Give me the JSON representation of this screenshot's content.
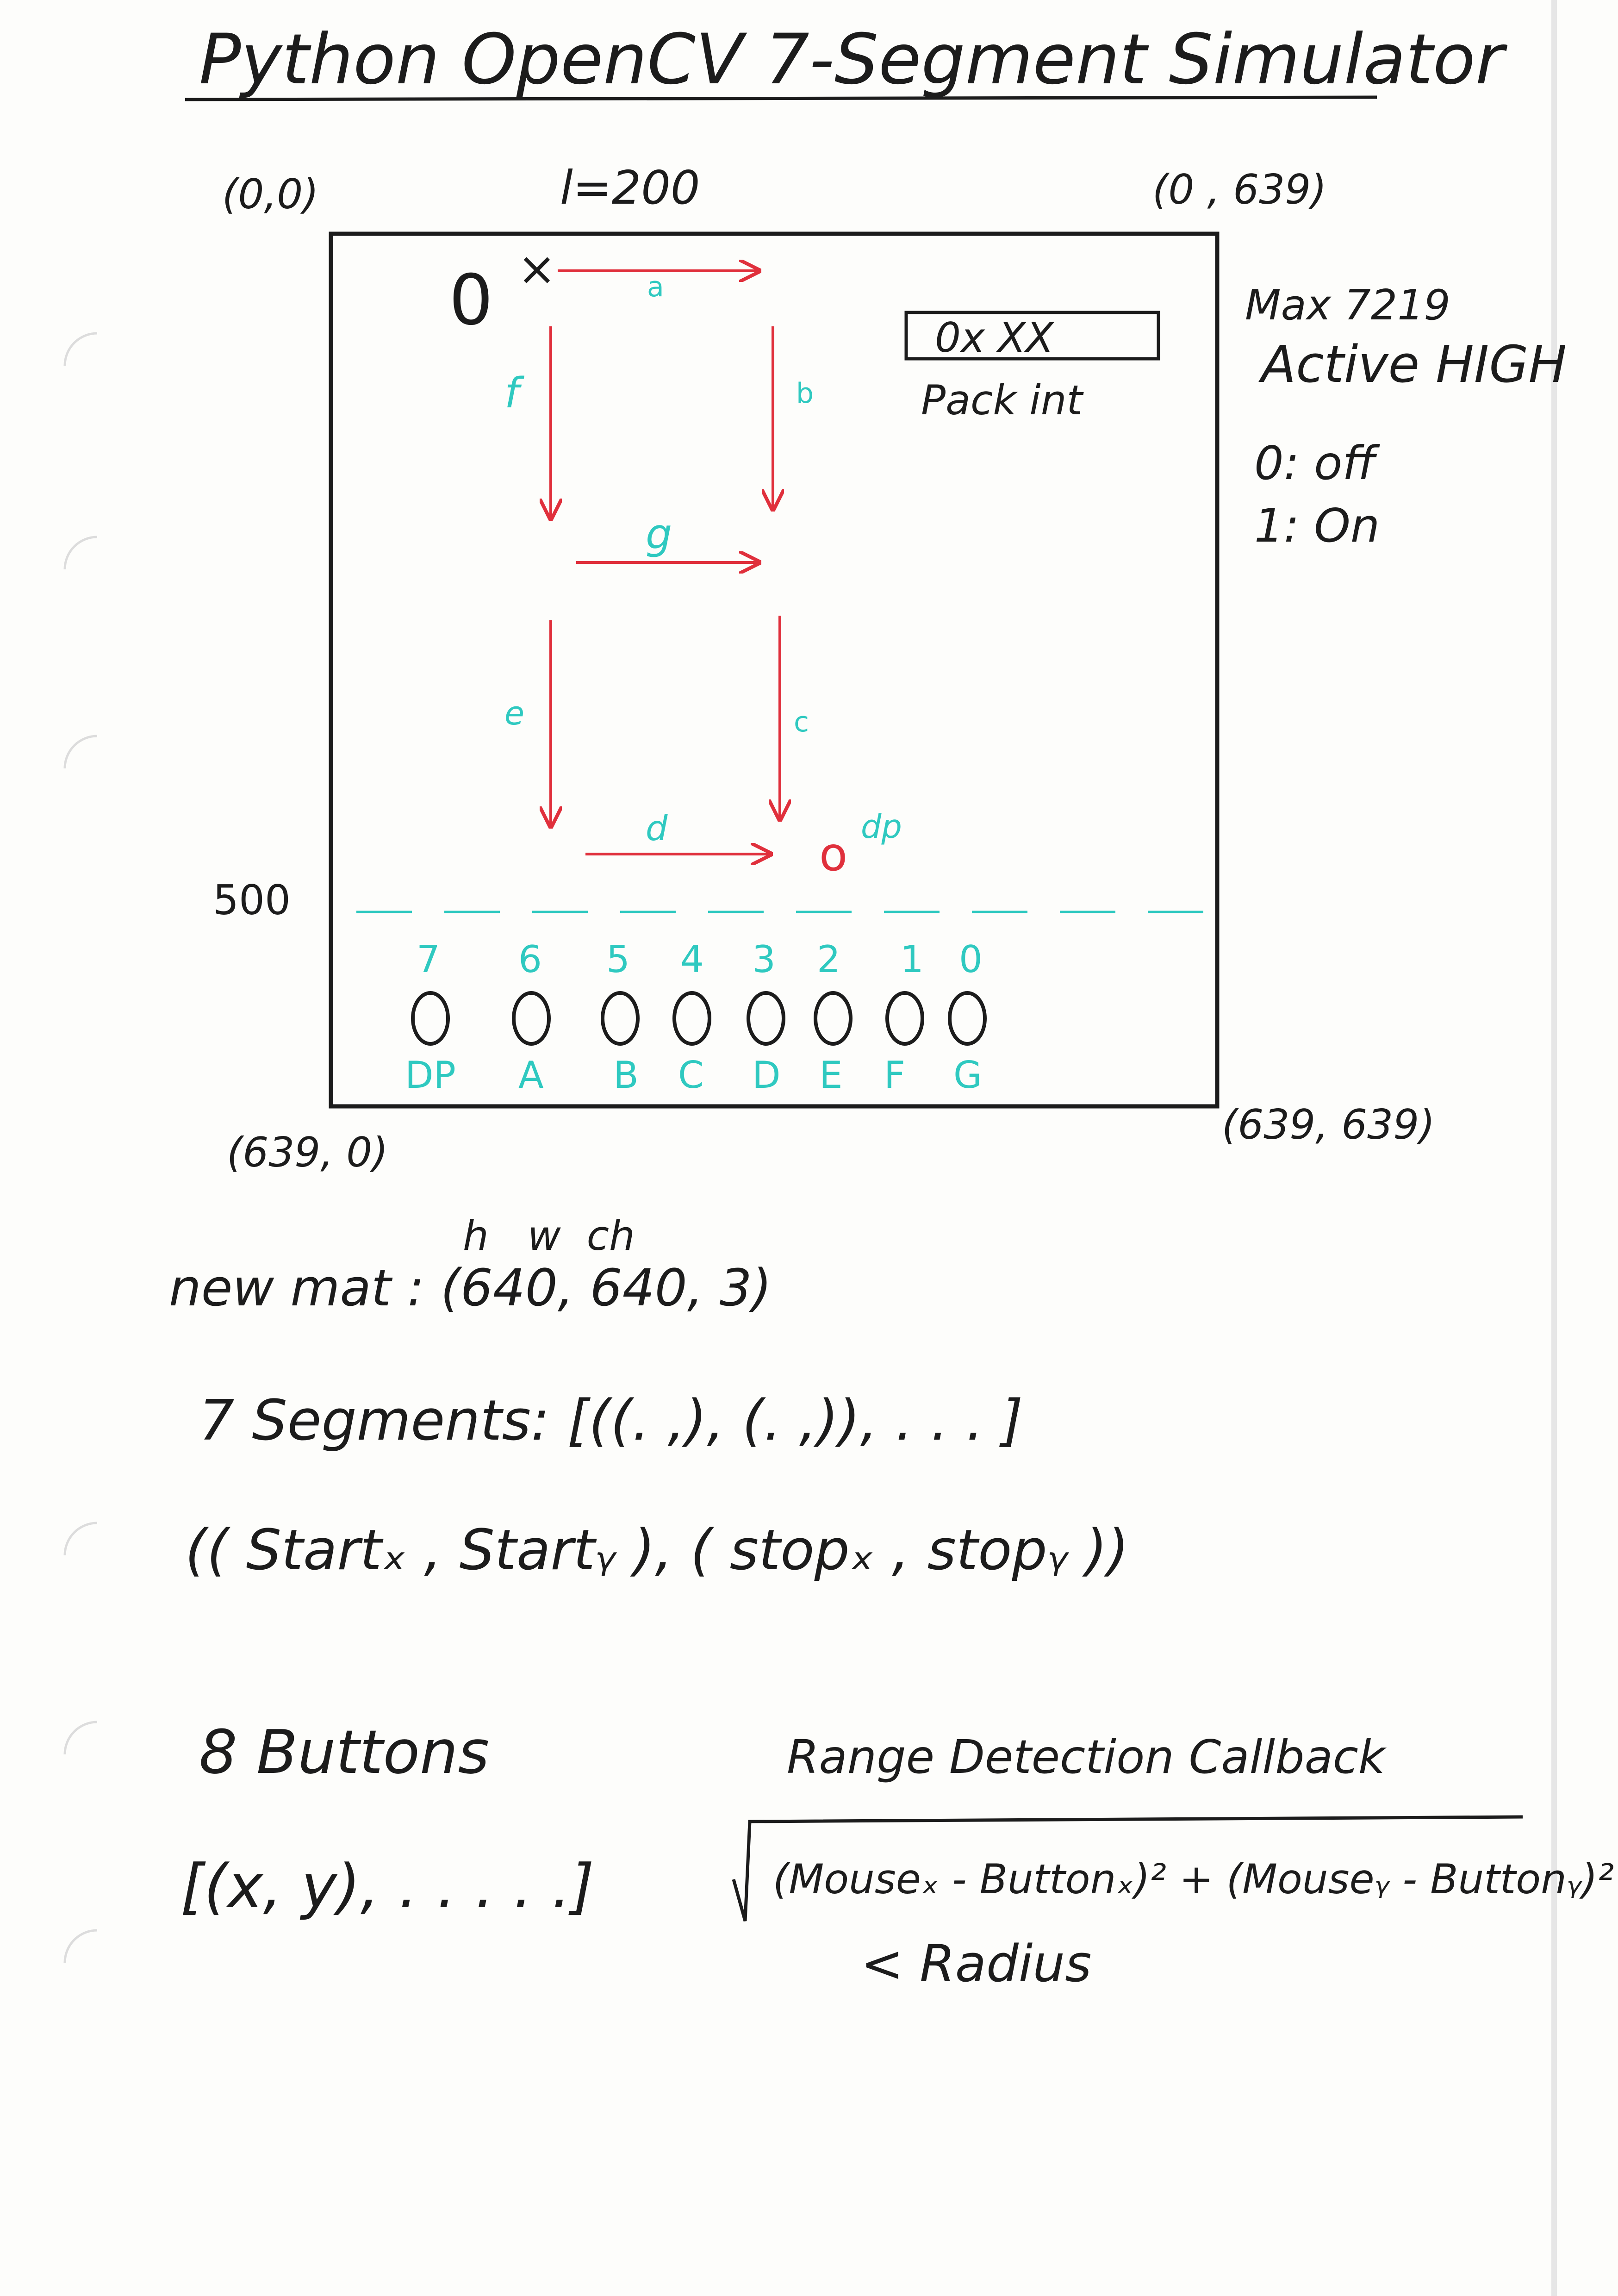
{
  "title": "Python OpenCV 7-Segment Simulator",
  "corners": {
    "top_left": "(0,0)",
    "top_right": "(0 , 639)",
    "bottom_left": "(639, 0)",
    "bottom_right": "(639, 639)"
  },
  "length_label": "l=200",
  "y_500_label": "500",
  "origin_mark": "0",
  "origin_x": "×",
  "segments": {
    "a": "a",
    "b": "b",
    "c": "c",
    "d": "d",
    "e": "e",
    "f": "f",
    "g": "g",
    "dp_circle": "o",
    "dp": "dp"
  },
  "register": {
    "box": "0x XX",
    "caption": "Pack int"
  },
  "notes": {
    "line1": "Max 7219",
    "line2": "Active HIGH",
    "line3": "0: off",
    "line4": "1: On"
  },
  "buttons": {
    "numbers": [
      "7",
      "6",
      "5",
      "4",
      "3",
      "2",
      "1",
      "0"
    ],
    "letters": [
      "DP",
      "A",
      "B",
      "C",
      "D",
      "E",
      "F",
      "G"
    ]
  },
  "mat": {
    "dims": "h   w  ch",
    "label": "new mat : (640, 640, 3)"
  },
  "segments_note": {
    "line1": "7 Segments: [((. ,), (. ,)), . . . ]",
    "line2": "(( Startₓ , Startᵧ ), ( stopₓ , stopᵧ ))"
  },
  "buttons_note": {
    "title": "8 Buttons",
    "list": "[(x, y), . . . . .]"
  },
  "range": {
    "title": "Range Detection Callback",
    "formula": "(Mouseₓ - Buttonₓ)² + (Mouseᵧ - Buttonᵧ)²",
    "lt": "< Radius"
  },
  "colors": {
    "ink": "#1c1c1c",
    "segment": "#e0303c",
    "label": "#2fc9c0"
  }
}
